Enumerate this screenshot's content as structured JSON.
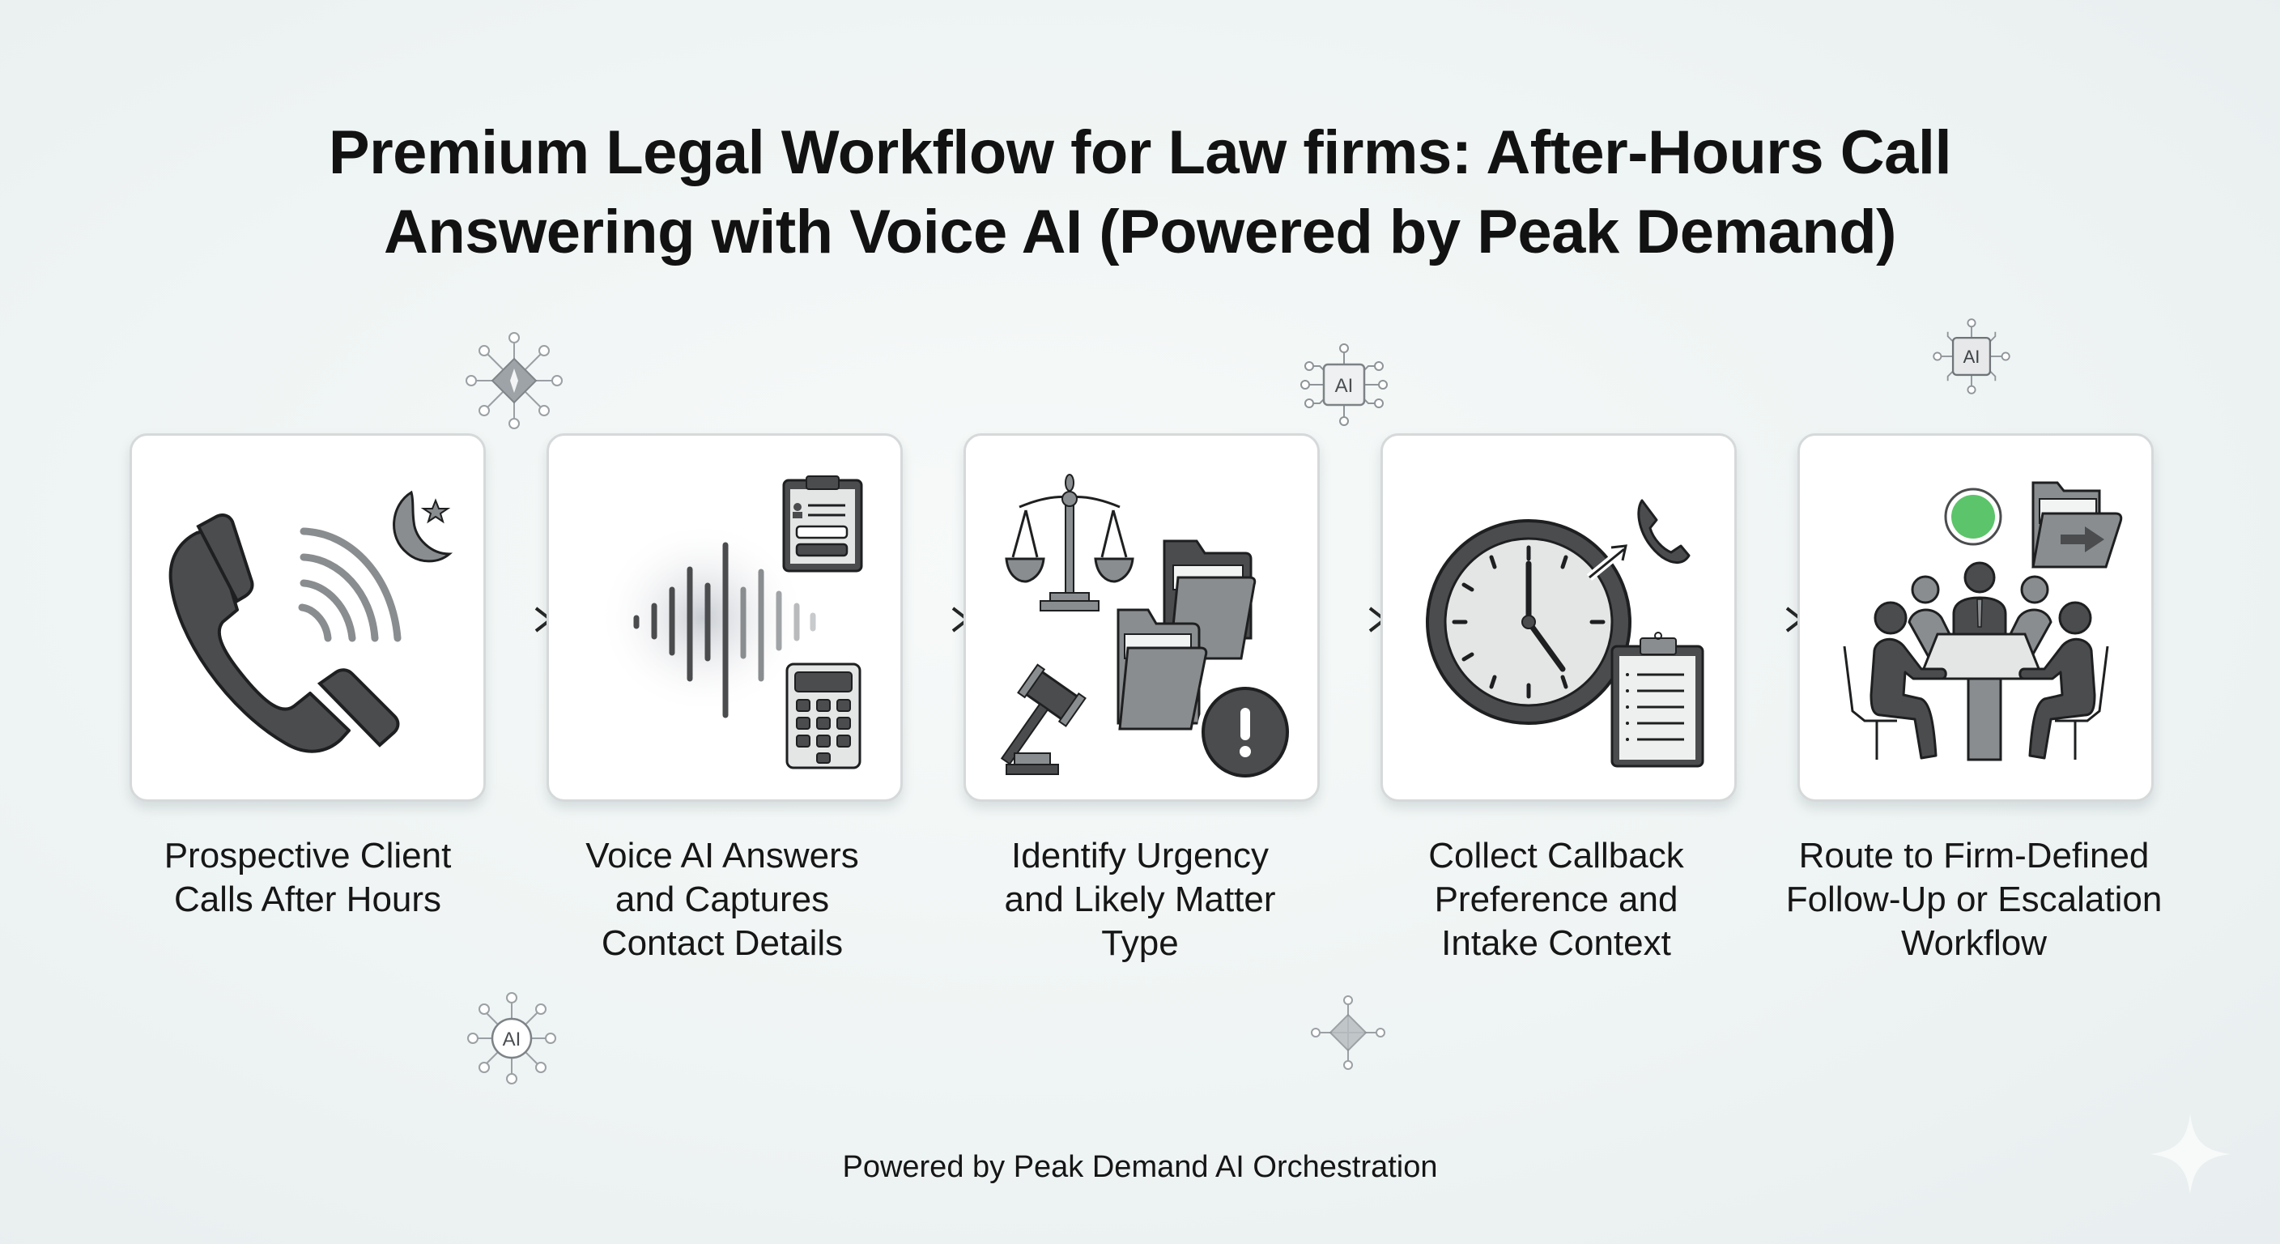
{
  "title": {
    "line1": "Premium Legal Workflow for Law firms: After-Hours Call",
    "line2": "Answering with Voice AI (Powered by Peak Demand)"
  },
  "steps": [
    {
      "icon": "phone-night-icon",
      "label_lines": [
        "Prospective Client",
        "Calls After Hours"
      ]
    },
    {
      "icon": "voice-wave-contact-icon",
      "label_lines": [
        "Voice AI Answers",
        "and Captures",
        "Contact Details"
      ]
    },
    {
      "icon": "legal-urgency-icon",
      "label_lines": [
        "Identify Urgency",
        "and Likely Matter",
        "Type"
      ]
    },
    {
      "icon": "clock-callback-clipboard-icon",
      "label_lines": [
        "Collect Callback",
        "Preference and",
        "Intake Context"
      ]
    },
    {
      "icon": "meeting-route-folder-icon",
      "label_lines": [
        "Route to Firm-Defined",
        "Follow-Up or Escalation",
        "Workflow"
      ]
    }
  ],
  "badges": [
    {
      "icon": "ai-diamond-node-icon",
      "text": ""
    },
    {
      "icon": "ai-chip-icon",
      "text": "AI"
    },
    {
      "icon": "ai-chip-icon",
      "text": "AI"
    },
    {
      "icon": "ai-circle-node-icon",
      "text": "AI"
    },
    {
      "icon": "ai-diamond-node-icon",
      "text": ""
    }
  ],
  "footer": "Powered by Peak Demand AI Orchestration",
  "colors": {
    "icon_dark": "#4a4c4e",
    "icon_mid": "#8a8d8f",
    "icon_light": "#e4e6e6",
    "outline": "#1e1f20",
    "status_green": "#5cc46a",
    "card_border": "#d6d9da",
    "background": "#eef3f3"
  }
}
